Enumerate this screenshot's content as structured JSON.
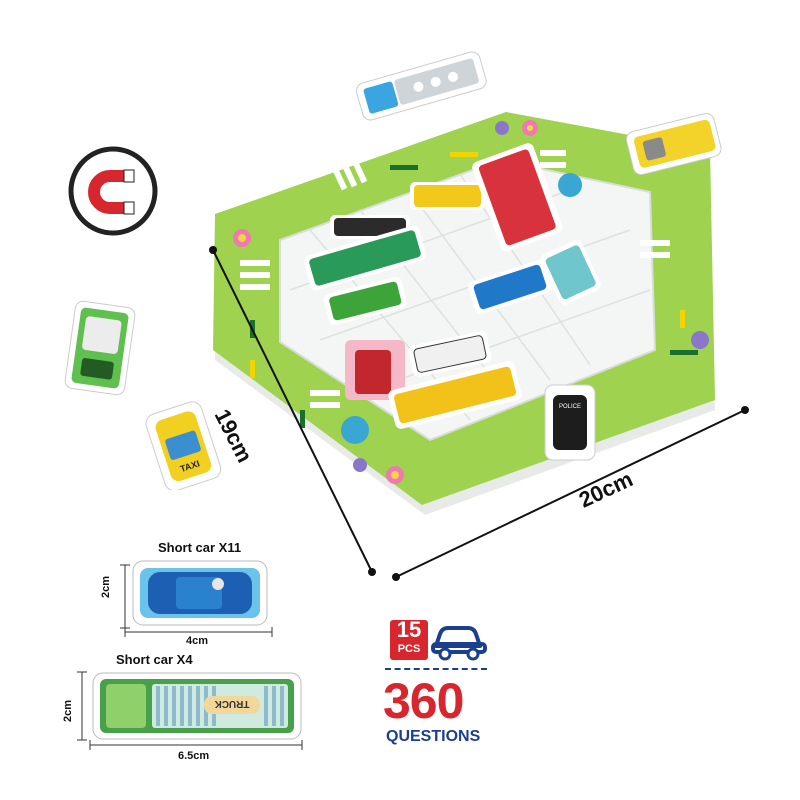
{
  "dimensions": {
    "height_label": "19cm",
    "width_label": "20cm"
  },
  "short_car_1": {
    "title": "Short car X11",
    "height_label": "2cm",
    "width_label": "4cm"
  },
  "short_car_2": {
    "title": "Short car X4",
    "height_label": "2cm",
    "width_label": "6.5cm",
    "truck_text": "TRUCK"
  },
  "badge": {
    "count": "15",
    "unit": "PCS",
    "questions_number": "360",
    "questions_label": "QUESTIONS"
  },
  "car_texts": {
    "taxi": "TAXI",
    "police": "POLICE"
  },
  "colors": {
    "board_green": "#9ed24f",
    "track_white": "#f3f6f4",
    "accent_red": "#d7262d",
    "accent_blue": "#1b3f8f"
  },
  "icons": [
    "magnet-icon",
    "car-outline-icon"
  ]
}
